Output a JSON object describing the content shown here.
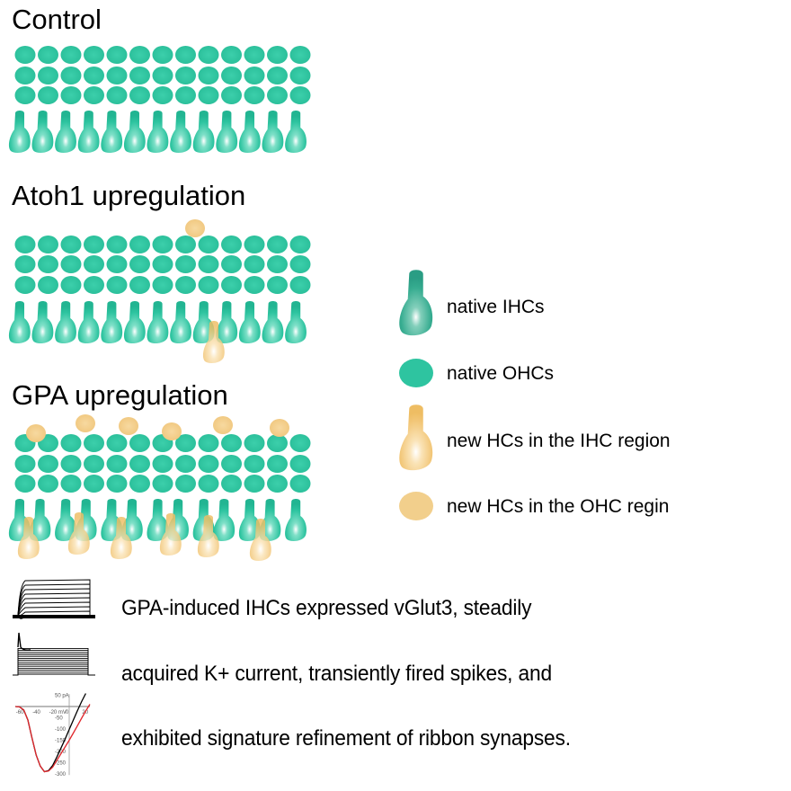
{
  "panels": [
    {
      "id": "control",
      "title": "Control",
      "ohc_rows": 3,
      "ohc_columns": 13,
      "ihc_count": 13,
      "new_ohc_region_cells": 0,
      "new_ihc_region_cells": 0
    },
    {
      "id": "atoh1",
      "title": "Atoh1 upregulation",
      "ohc_rows": 3,
      "ohc_columns": 13,
      "ihc_count": 13,
      "new_ohc_region_cells": 1,
      "new_ihc_region_cells": 1
    },
    {
      "id": "gpa",
      "title": "GPA upregulation",
      "ohc_rows": 3,
      "ohc_columns": 13,
      "ihc_count": 13,
      "new_ohc_region_cells": 6,
      "new_ihc_region_cells": 6
    }
  ],
  "legend": {
    "items": [
      {
        "icon": "native-ihc-icon",
        "label": "native IHCs"
      },
      {
        "icon": "native-ohc-icon",
        "label": "native OHCs"
      },
      {
        "icon": "new-ihc-region-hc-icon",
        "label": "new HCs in the IHC region"
      },
      {
        "icon": "new-ohc-region-hc-icon",
        "label": "new HCs in the OHC regin"
      }
    ]
  },
  "colors": {
    "native_cell": "#2ec4a0",
    "native_cell_legend_ihc": "#2fa98e",
    "new_cell": "#f2c677",
    "highlight": "#ffffff",
    "text": "#000000",
    "iv_trace_1": "#000000",
    "iv_trace_2": "#e0262b"
  },
  "summary": {
    "lines": [
      "GPA-induced IHCs expressed vGlut3, steadily",
      "acquired K+ current, transiently fired spikes, and",
      "exhibited signature refinement of ribbon synapses."
    ]
  },
  "chart_data": [
    {
      "type": "line",
      "title": "",
      "description": "Outward K+ current traces (family of voltage-step responses)",
      "series_count": 9
    },
    {
      "type": "line",
      "title": "",
      "description": "Current traces with transient spike followed by sustained response",
      "series_count": 14
    },
    {
      "type": "line",
      "title": "",
      "xlabel": "mV",
      "ylabel": "pA",
      "xlim": [
        -65,
        25
      ],
      "ylim": [
        -310,
        55
      ],
      "x_ticks": [
        "-60",
        "-40",
        "-20",
        "0",
        "20"
      ],
      "y_ticks": [
        "50",
        "0",
        "-50",
        "-100",
        "-150",
        "-200",
        "-250",
        "-300"
      ],
      "x_unit_label": "mV",
      "y_unit_label": "pA",
      "series": [
        {
          "name": "black",
          "color": "#000000",
          "x": [
            -65,
            -60,
            -55,
            -50,
            -45,
            -40,
            -35,
            -30,
            -25,
            -20,
            -15,
            -10,
            -5,
            0,
            5,
            10,
            15,
            20
          ],
          "y": [
            0,
            -2,
            -15,
            -60,
            -140,
            -215,
            -265,
            -290,
            -285,
            -262,
            -225,
            -185,
            -145,
            -102,
            -60,
            -18,
            22,
            58
          ]
        },
        {
          "name": "red",
          "color": "#e0262b",
          "x": [
            -65,
            -60,
            -55,
            -50,
            -45,
            -40,
            -35,
            -30,
            -25,
            -20,
            -15,
            -10,
            -5,
            0,
            5,
            10,
            15,
            20,
            25
          ],
          "y": [
            0,
            -2,
            -15,
            -60,
            -140,
            -215,
            -265,
            -290,
            -287,
            -270,
            -240,
            -210,
            -180,
            -150,
            -118,
            -85,
            -52,
            -20,
            10
          ]
        }
      ]
    }
  ]
}
